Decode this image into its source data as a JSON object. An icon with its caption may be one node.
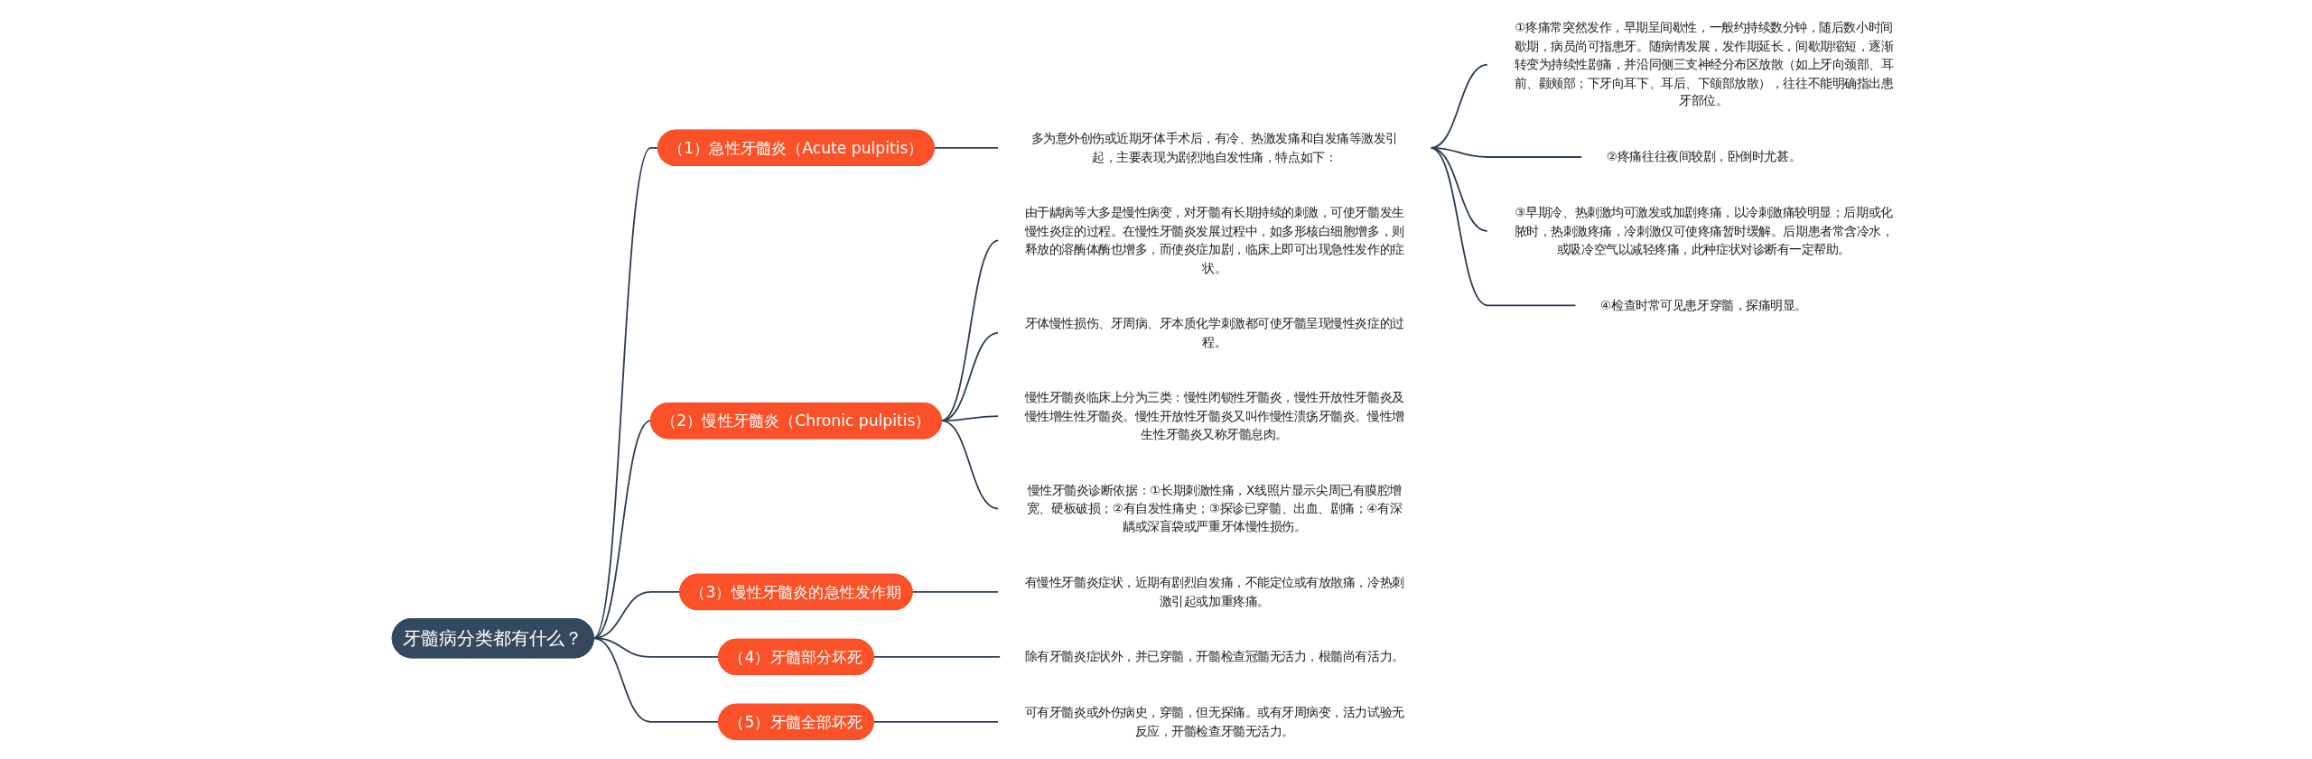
{
  "diagram": {
    "nodes": [
      {
        "text": [
          "牙髓病分类都有什么？"
        ]
      },
      {
        "text": [
          "（1）急性牙髓炎（Acute pulpitis）"
        ]
      },
      {
        "text": [
          "多为意外创伤或近期牙体手术后，有冷、热激发痛和自发痛等激发引起，主要表现为剧烈地自发性痛，特点如下："
        ]
      },
      {
        "text": [
          "①疼痛常突然发作，早期呈间歇性，一般约持续数分钟，随后数小时间歇期，病员尚可指患牙。随病情发展，发作期延长，间歇期缩短，逐渐转变为持续性剧痛，并沿同侧三支神经分布区放散（如上牙向颈部、耳前、颧颊部；下牙向耳下、耳后、下颌部放散），往往不能明确指出患牙部位。"
        ]
      },
      {
        "text": [
          "②疼痛往往夜间较剧，卧倒时尤甚。"
        ]
      },
      {
        "text": [
          "③早期冷、热刺激均可激发或加剧疼痛，以冷刺激痛较明显；后期或化脓时，热刺激疼痛，冷刺激仅可使疼痛暂时缓解。后期患者常含冷水，或吸冷空气以减轻疼痛，此种症状对诊断有一定帮助。"
        ]
      },
      {
        "text": [
          "④检查时常可见患牙穿髓，探痛明显。"
        ]
      },
      {
        "text": [
          "（2）慢性牙髓炎（Chronic pulpitis）"
        ]
      },
      {
        "text": [
          "由于龋病等大多是慢性病变，对牙髓有长期持续的刺激，可使牙髓发生慢性炎症的过程。在慢性牙髓炎发展过程中，如多形核白细胞增多，则释放的溶酶体酶也增多，而使炎症加剧，临床上即可出现急性发作的症状。"
        ]
      },
      {
        "text": [
          "牙体慢性损伤、牙周病、牙本质化学刺激都可使牙髓呈现慢性炎症的过程。"
        ]
      },
      {
        "text": [
          "慢性牙髓炎临床上分为三类：慢性闭锁性牙髓炎，慢性开放性牙髓炎及慢性增生性牙髓炎。慢性开放性牙髓炎又叫作慢性溃疡牙髓炎。慢性增生性牙髓炎又称牙髓息肉。"
        ]
      },
      {
        "text": [
          "慢性牙髓炎诊断依据：①长期刺激性痛，X线照片显示尖周已有膜腔增宽、硬板破损；②有自发性痛史；③探诊已穿髓、出血、剧痛；④有深龋或深盲袋或严重牙体慢性损伤。"
        ]
      },
      {
        "text": [
          "（3）慢性牙髓炎的急性发作期"
        ]
      },
      {
        "text": [
          "有慢性牙髓炎症状，近期有剧烈自发痛，不能定位或有放散痛，冷热刺激引起或加重疼痛。"
        ]
      },
      {
        "text": [
          "（4）牙髓部分坏死"
        ]
      },
      {
        "text": [
          "除有牙髓炎症状外，并已穿髓，开髓检查冠髓无活力，根髓尚有活力。"
        ]
      },
      {
        "text": [
          "（5）牙髓全部坏死"
        ]
      },
      {
        "text": [
          "可有牙髓炎或外伤病史，穿髓，但无探痛。或有牙周病变，活力试验无反应，开髓检查牙髓无活力。"
        ]
      }
    ],
    "edges": [
      {
        "from": 0,
        "to": 1,
        "arrow": "none"
      },
      {
        "from": 1,
        "to": 2,
        "arrow": "none"
      },
      {
        "from": 2,
        "to": 3,
        "arrow": "none"
      },
      {
        "from": 2,
        "to": 4,
        "arrow": "none"
      },
      {
        "from": 2,
        "to": 5,
        "arrow": "none"
      },
      {
        "from": 2,
        "to": 6,
        "arrow": "none"
      },
      {
        "from": 0,
        "to": 7,
        "arrow": "none"
      },
      {
        "from": 7,
        "to": 8,
        "arrow": "none"
      },
      {
        "from": 7,
        "to": 9,
        "arrow": "none"
      },
      {
        "from": 7,
        "to": 10,
        "arrow": "none"
      },
      {
        "from": 7,
        "to": 11,
        "arrow": "none"
      },
      {
        "from": 0,
        "to": 12,
        "arrow": "none"
      },
      {
        "from": 12,
        "to": 13,
        "arrow": "none"
      },
      {
        "from": 0,
        "to": 14,
        "arrow": "none"
      },
      {
        "from": 14,
        "to": 15,
        "arrow": "none"
      },
      {
        "from": 0,
        "to": 16,
        "arrow": "none"
      },
      {
        "from": 16,
        "to": 17,
        "arrow": "none"
      }
    ]
  }
}
